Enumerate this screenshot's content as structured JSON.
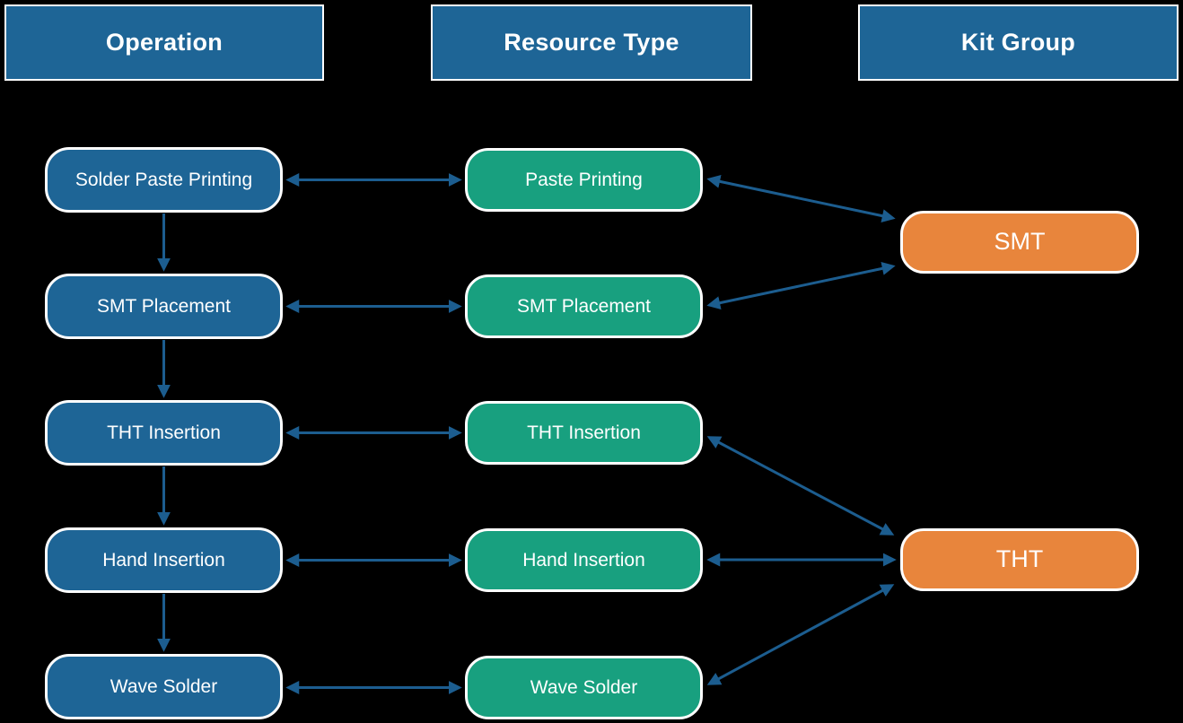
{
  "diagram": {
    "background": "#000000",
    "colors": {
      "background": "#000000",
      "header_fill": "#1e6596",
      "operation_fill": "#1e6596",
      "resource_fill": "#18a07f",
      "kit_fill": "#e8853c",
      "connector": "#1c5d8f",
      "node_border": "#ffffff",
      "text": "#ffffff"
    },
    "headers": [
      {
        "label": "Operation"
      },
      {
        "label": "Resource Type"
      },
      {
        "label": "Kit Group"
      }
    ],
    "operations": [
      {
        "label": "Solder Paste Printing"
      },
      {
        "label": "SMT Placement"
      },
      {
        "label": "THT Insertion"
      },
      {
        "label": "Hand Insertion"
      },
      {
        "label": "Wave Solder"
      }
    ],
    "resource_types": [
      {
        "label": "Paste Printing"
      },
      {
        "label": "SMT Placement"
      },
      {
        "label": "THT Insertion"
      },
      {
        "label": "Hand Insertion"
      },
      {
        "label": "Wave Solder"
      }
    ],
    "kit_groups": [
      {
        "label": "SMT"
      },
      {
        "label": "THT"
      }
    ],
    "edges": {
      "operation_flow": [
        {
          "from": "Solder Paste Printing",
          "to": "SMT Placement",
          "arrow": "single-down"
        },
        {
          "from": "SMT Placement",
          "to": "THT Insertion",
          "arrow": "single-down"
        },
        {
          "from": "THT Insertion",
          "to": "Hand Insertion",
          "arrow": "single-down"
        },
        {
          "from": "Hand Insertion",
          "to": "Wave Solder",
          "arrow": "single-down"
        }
      ],
      "operation_to_resource": [
        {
          "operation": "Solder Paste Printing",
          "resource": "Paste Printing",
          "arrow": "double"
        },
        {
          "operation": "SMT Placement",
          "resource": "SMT Placement",
          "arrow": "double"
        },
        {
          "operation": "THT Insertion",
          "resource": "THT Insertion",
          "arrow": "double"
        },
        {
          "operation": "Hand Insertion",
          "resource": "Hand Insertion",
          "arrow": "double"
        },
        {
          "operation": "Wave Solder",
          "resource": "Wave Solder",
          "arrow": "double"
        }
      ],
      "resource_to_kit": [
        {
          "resource": "Paste Printing",
          "kit": "SMT",
          "arrow": "double"
        },
        {
          "resource": "SMT Placement",
          "kit": "SMT",
          "arrow": "double"
        },
        {
          "resource": "THT Insertion",
          "kit": "THT",
          "arrow": "double"
        },
        {
          "resource": "Hand Insertion",
          "kit": "THT",
          "arrow": "double"
        },
        {
          "resource": "Wave Solder",
          "kit": "THT",
          "arrow": "double"
        }
      ]
    }
  }
}
